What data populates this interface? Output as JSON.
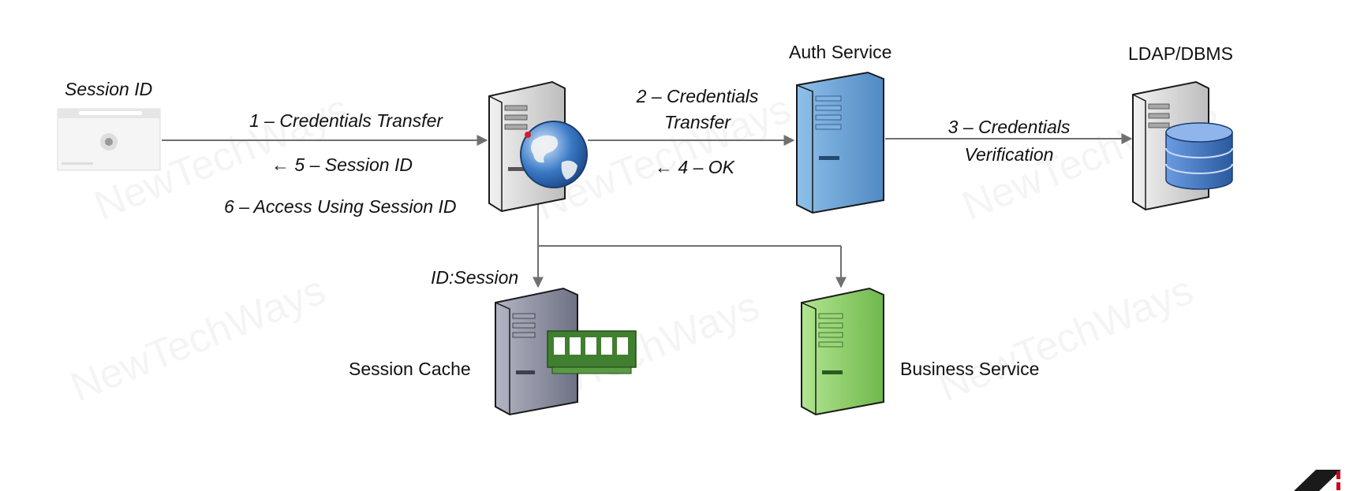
{
  "labels": {
    "session_id_title": "Session ID",
    "step1": "1 – Credentials Transfer",
    "step5": "← 5 – Session ID",
    "step6": "6 – Access Using Session ID",
    "step2_line1": "2 – Credentials",
    "step2_line2": "Transfer",
    "step4": "← 4 – OK",
    "auth_service": "Auth Service",
    "ldap_dbms": "LDAP/DBMS",
    "step3_line1": "3 – Credentials",
    "step3_line2": "Verification",
    "id_session": "ID:Session",
    "session_cache": "Session Cache",
    "business_service": "Business Service"
  },
  "watermark": "NewTechWays",
  "colors": {
    "arrow": "#707070",
    "auth_server": "#6aa4d8",
    "business_server": "#8dd16a",
    "cache_server": "#8c8fa0",
    "gateway_server": "#d9d9d9",
    "db_cylinder": "#3d6fb3",
    "ram_chip": "#3f7f2f",
    "brand_mark": "#d0021b"
  },
  "icons": [
    "browser-icon",
    "web-gateway-server-icon",
    "globe-icon",
    "auth-server-icon",
    "ldap-server-icon",
    "database-icon",
    "cache-server-icon",
    "ram-icon",
    "business-server-icon"
  ]
}
